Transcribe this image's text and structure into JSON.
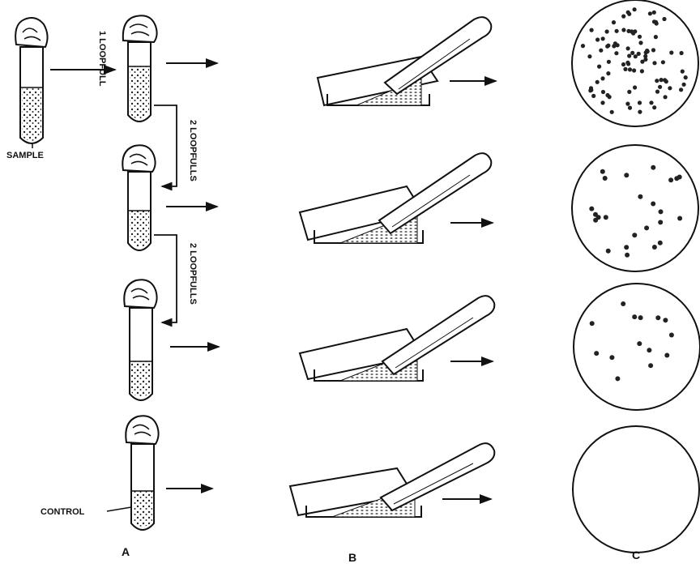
{
  "labels": {
    "sample": "SAMPLE",
    "control": "CONTROL",
    "loop_1": "1 LOOPFULL",
    "loop_2a": "2 LOOPFULLS",
    "loop_2b": "2 LOOPFULLS",
    "col_a": "A",
    "col_b": "B",
    "col_c": "C"
  },
  "plates": [
    {
      "colony_density": "dense"
    },
    {
      "colony_density": "moderate"
    },
    {
      "colony_density": "sparse"
    },
    {
      "colony_density": "none"
    }
  ],
  "colors": {
    "ink": "#111111",
    "background": "#ffffff"
  }
}
